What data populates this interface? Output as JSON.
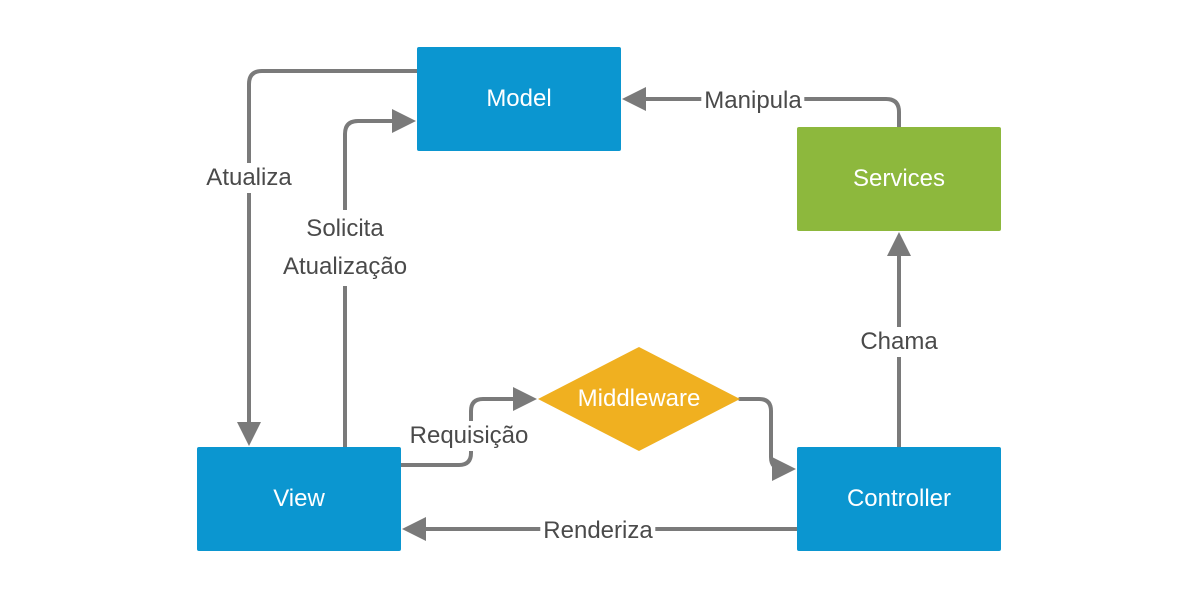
{
  "colors": {
    "blue": "#0b96d0",
    "green": "#8db83d",
    "yellow": "#f0b020",
    "edge": "#7a7a7a",
    "text_dark": "#4a4a4a"
  },
  "nodes": {
    "model": "Model",
    "view": "View",
    "controller": "Controller",
    "services": "Services",
    "middleware": "Middleware"
  },
  "edges": {
    "atualiza": "Atualiza",
    "solicita_line1": "Solicita",
    "solicita_line2": "Atualização",
    "manipula": "Manipula",
    "chama": "Chama",
    "requisicao": "Requisição",
    "renderiza": "Renderiza"
  }
}
